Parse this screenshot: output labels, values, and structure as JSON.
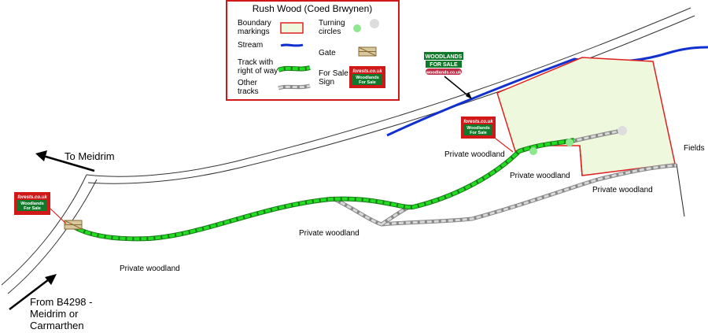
{
  "legend": {
    "title": "Rush Wood (Coed Brwynen)",
    "boundary_line1": "Boundary",
    "boundary_line2": "markings",
    "turning_line1": "Turning",
    "turning_line2": "circles",
    "stream": "Stream",
    "gate": "Gate",
    "track_line1": "Track with",
    "track_line2": "right of way",
    "sale_line1": "For Sale",
    "sale_line2": "Sign",
    "other_line1": "Other",
    "other_line2": "tracks"
  },
  "sign": {
    "brand": "forests.co.uk",
    "line1": "Woodlands",
    "line2": "For Sale"
  },
  "big_sign": {
    "line1": "WOODLANDS",
    "line2": "FOR SALE",
    "url": "woodlands.co.uk"
  },
  "labels": {
    "to_meidrim": "To Meidrim",
    "from_line1": "From B4298 -",
    "from_line2": "Meidrim or",
    "from_line3": "Carmarthen",
    "private_1": "Private woodland",
    "private_2": "Private woodland",
    "private_3": "Private woodland",
    "private_4": "Private woodland",
    "private_5": "Private woodland",
    "fields": "Fields"
  },
  "colors": {
    "boundary": "#e02020",
    "plot_fill": "#eef8dc",
    "stream": "#1030d0",
    "track": "#22dd22",
    "other_track": "#cccccc",
    "sign_red": "#d01818",
    "sign_green": "#107a2a"
  }
}
